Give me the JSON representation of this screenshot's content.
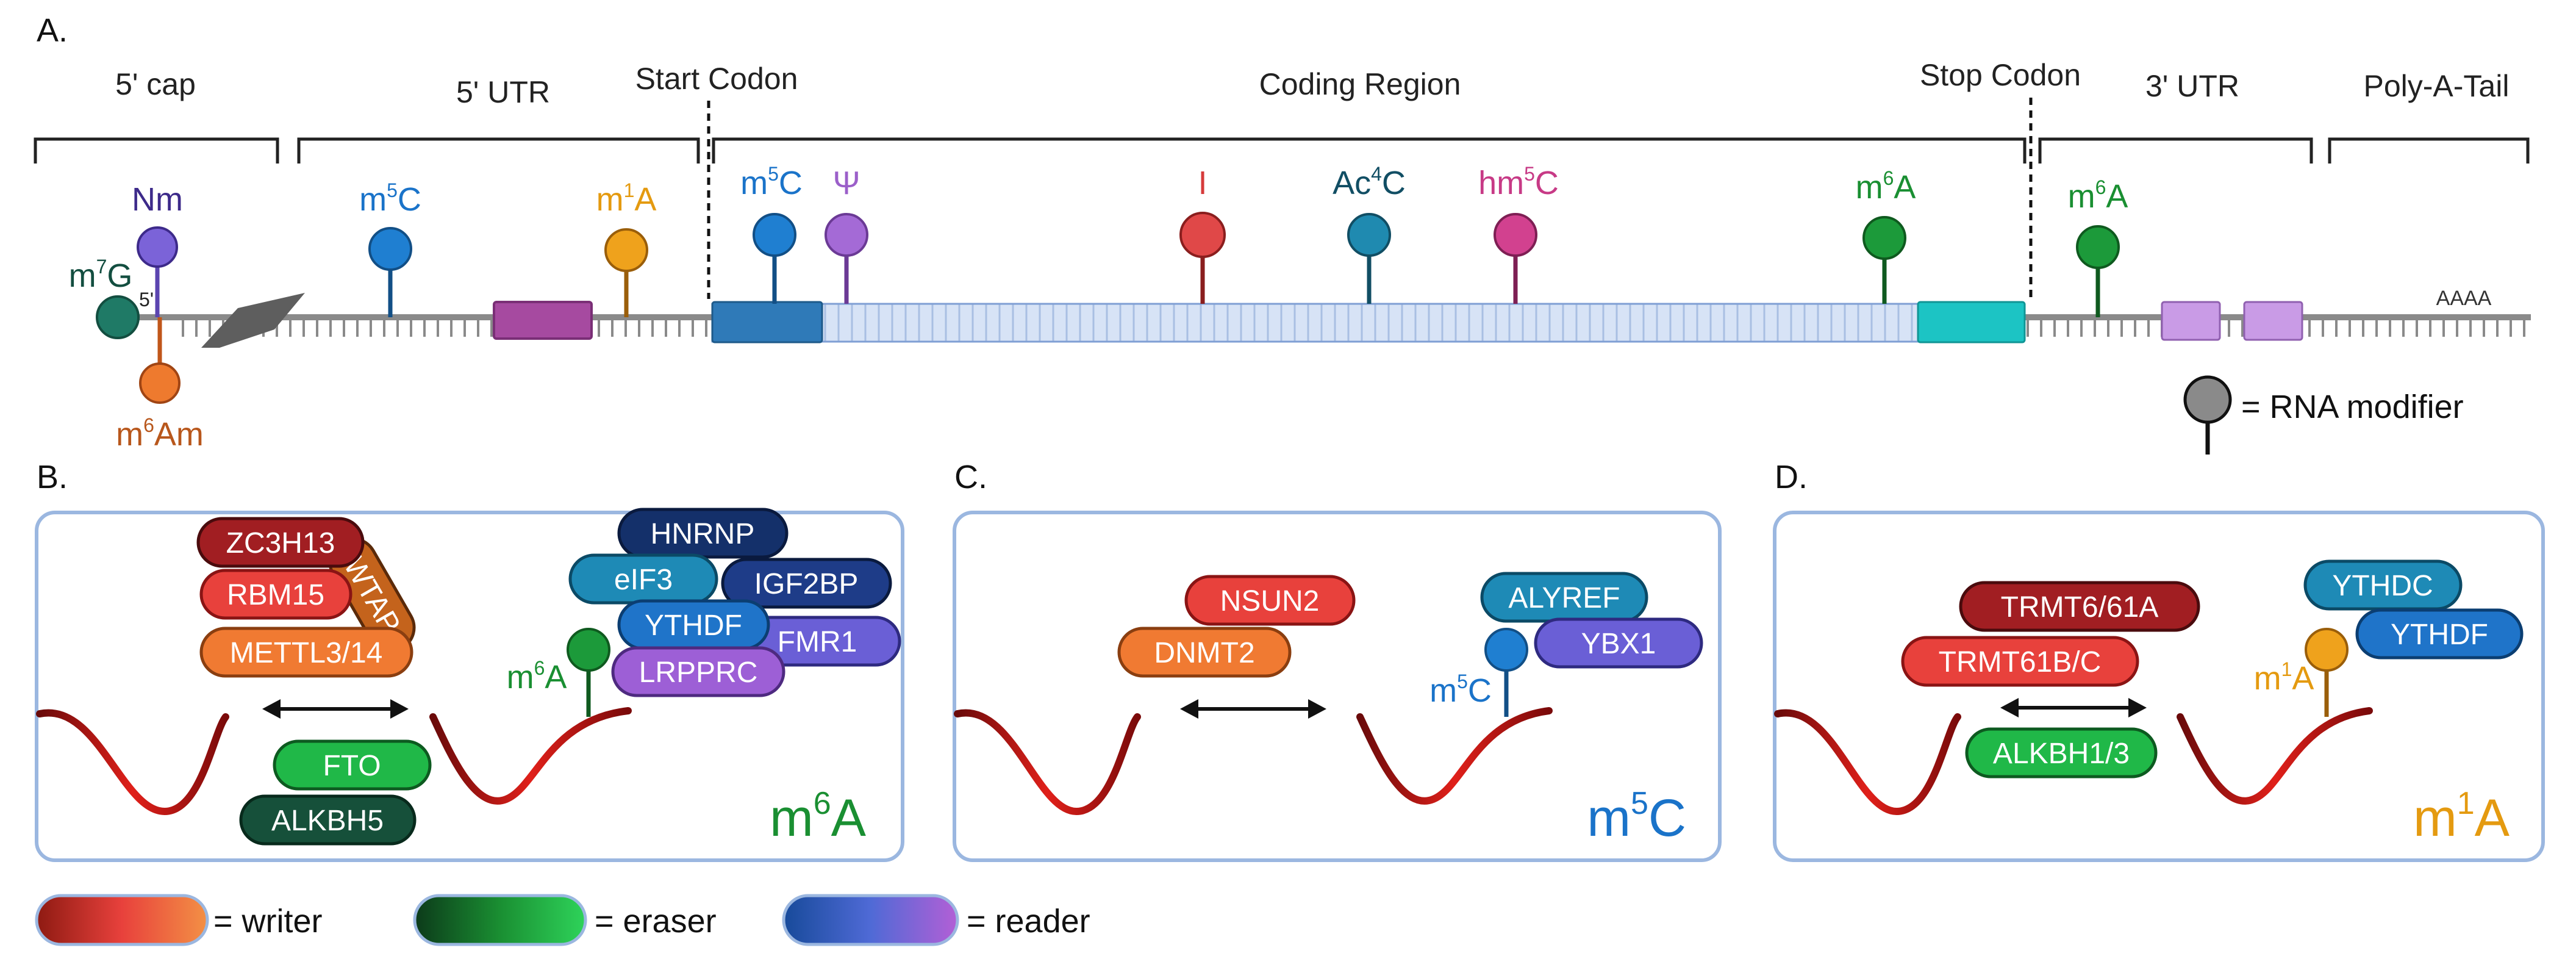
{
  "panel_labels": {
    "a": "A.",
    "b": "B.",
    "c": "C.",
    "d": "D."
  },
  "regions": {
    "cap5": "5' cap",
    "utr5": "5' UTR",
    "start": "Start Codon",
    "coding": "Coding Region",
    "stop": "Stop Codon",
    "utr3": "3' UTR",
    "polya": "Poly-A-Tail"
  },
  "modifications": {
    "nm": "Nm",
    "m7g": {
      "base": "m",
      "sup": "7",
      "rest": "G"
    },
    "five_prime": "5'",
    "m6am": {
      "base": "m",
      "sup": "6",
      "rest": "Am"
    },
    "utr5_m5c": {
      "base": "m",
      "sup": "5",
      "rest": "C"
    },
    "utr5_m1a": {
      "base": "m",
      "sup": "1",
      "rest": "A"
    },
    "cds_m5c": {
      "base": "m",
      "sup": "5",
      "rest": "C"
    },
    "psi": "Ψ",
    "inosine": "I",
    "ac4c": {
      "base": "Ac",
      "sup": "4",
      "rest": "C"
    },
    "hm5c": {
      "base": "hm",
      "sup": "5",
      "rest": "C"
    },
    "cds_m6a": {
      "base": "m",
      "sup": "6",
      "rest": "A"
    },
    "utr3_m6a": {
      "base": "m",
      "sup": "6",
      "rest": "A"
    },
    "polya_seq": "AAAA"
  },
  "key": {
    "modifier_label": "= RNA modifier"
  },
  "panel_b": {
    "writers": [
      "ZC3H13",
      "RBM15",
      "METTL3/14",
      "WTAP"
    ],
    "erasers": [
      "FTO",
      "ALKBH5"
    ],
    "readers": [
      "HNRNP",
      "eIF3",
      "IGF2BP",
      "YTHDF",
      "FMR1",
      "LRPPRC"
    ],
    "site": {
      "base": "m",
      "sup": "6",
      "rest": "A"
    },
    "title": {
      "base": "m",
      "sup": "6",
      "rest": "A"
    }
  },
  "panel_c": {
    "writers": [
      "NSUN2",
      "DNMT2"
    ],
    "readers": [
      "ALYREF",
      "YBX1"
    ],
    "site": {
      "base": "m",
      "sup": "5",
      "rest": "C"
    },
    "title": {
      "base": "m",
      "sup": "5",
      "rest": "C"
    }
  },
  "panel_d": {
    "writers": [
      "TRMT6/61A",
      "TRMT61B/C"
    ],
    "erasers": [
      "ALKBH1/3"
    ],
    "readers": [
      "YTHDC",
      "YTHDF"
    ],
    "site": {
      "base": "m",
      "sup": "1",
      "rest": "A"
    },
    "title": {
      "base": "m",
      "sup": "1",
      "rest": "A"
    }
  },
  "legend": {
    "writer": "= writer",
    "eraser": "= eraser",
    "reader": "= reader"
  },
  "colors": {
    "m6a": "#1a8f32",
    "m5c": "#1a73c9",
    "m1a": "#e49a10",
    "nm": "#6a4fc8",
    "m7g": "#1f7a66",
    "m6am": "#e8702a",
    "psi": "#9b5fc9",
    "inosine": "#d63b3b",
    "ac4c": "#1a7a9a",
    "hm5c": "#c73a86",
    "panel_border": "#9bb7e0",
    "backbone": "#8a8a8a",
    "rna_wave": "#cc1a1a"
  }
}
